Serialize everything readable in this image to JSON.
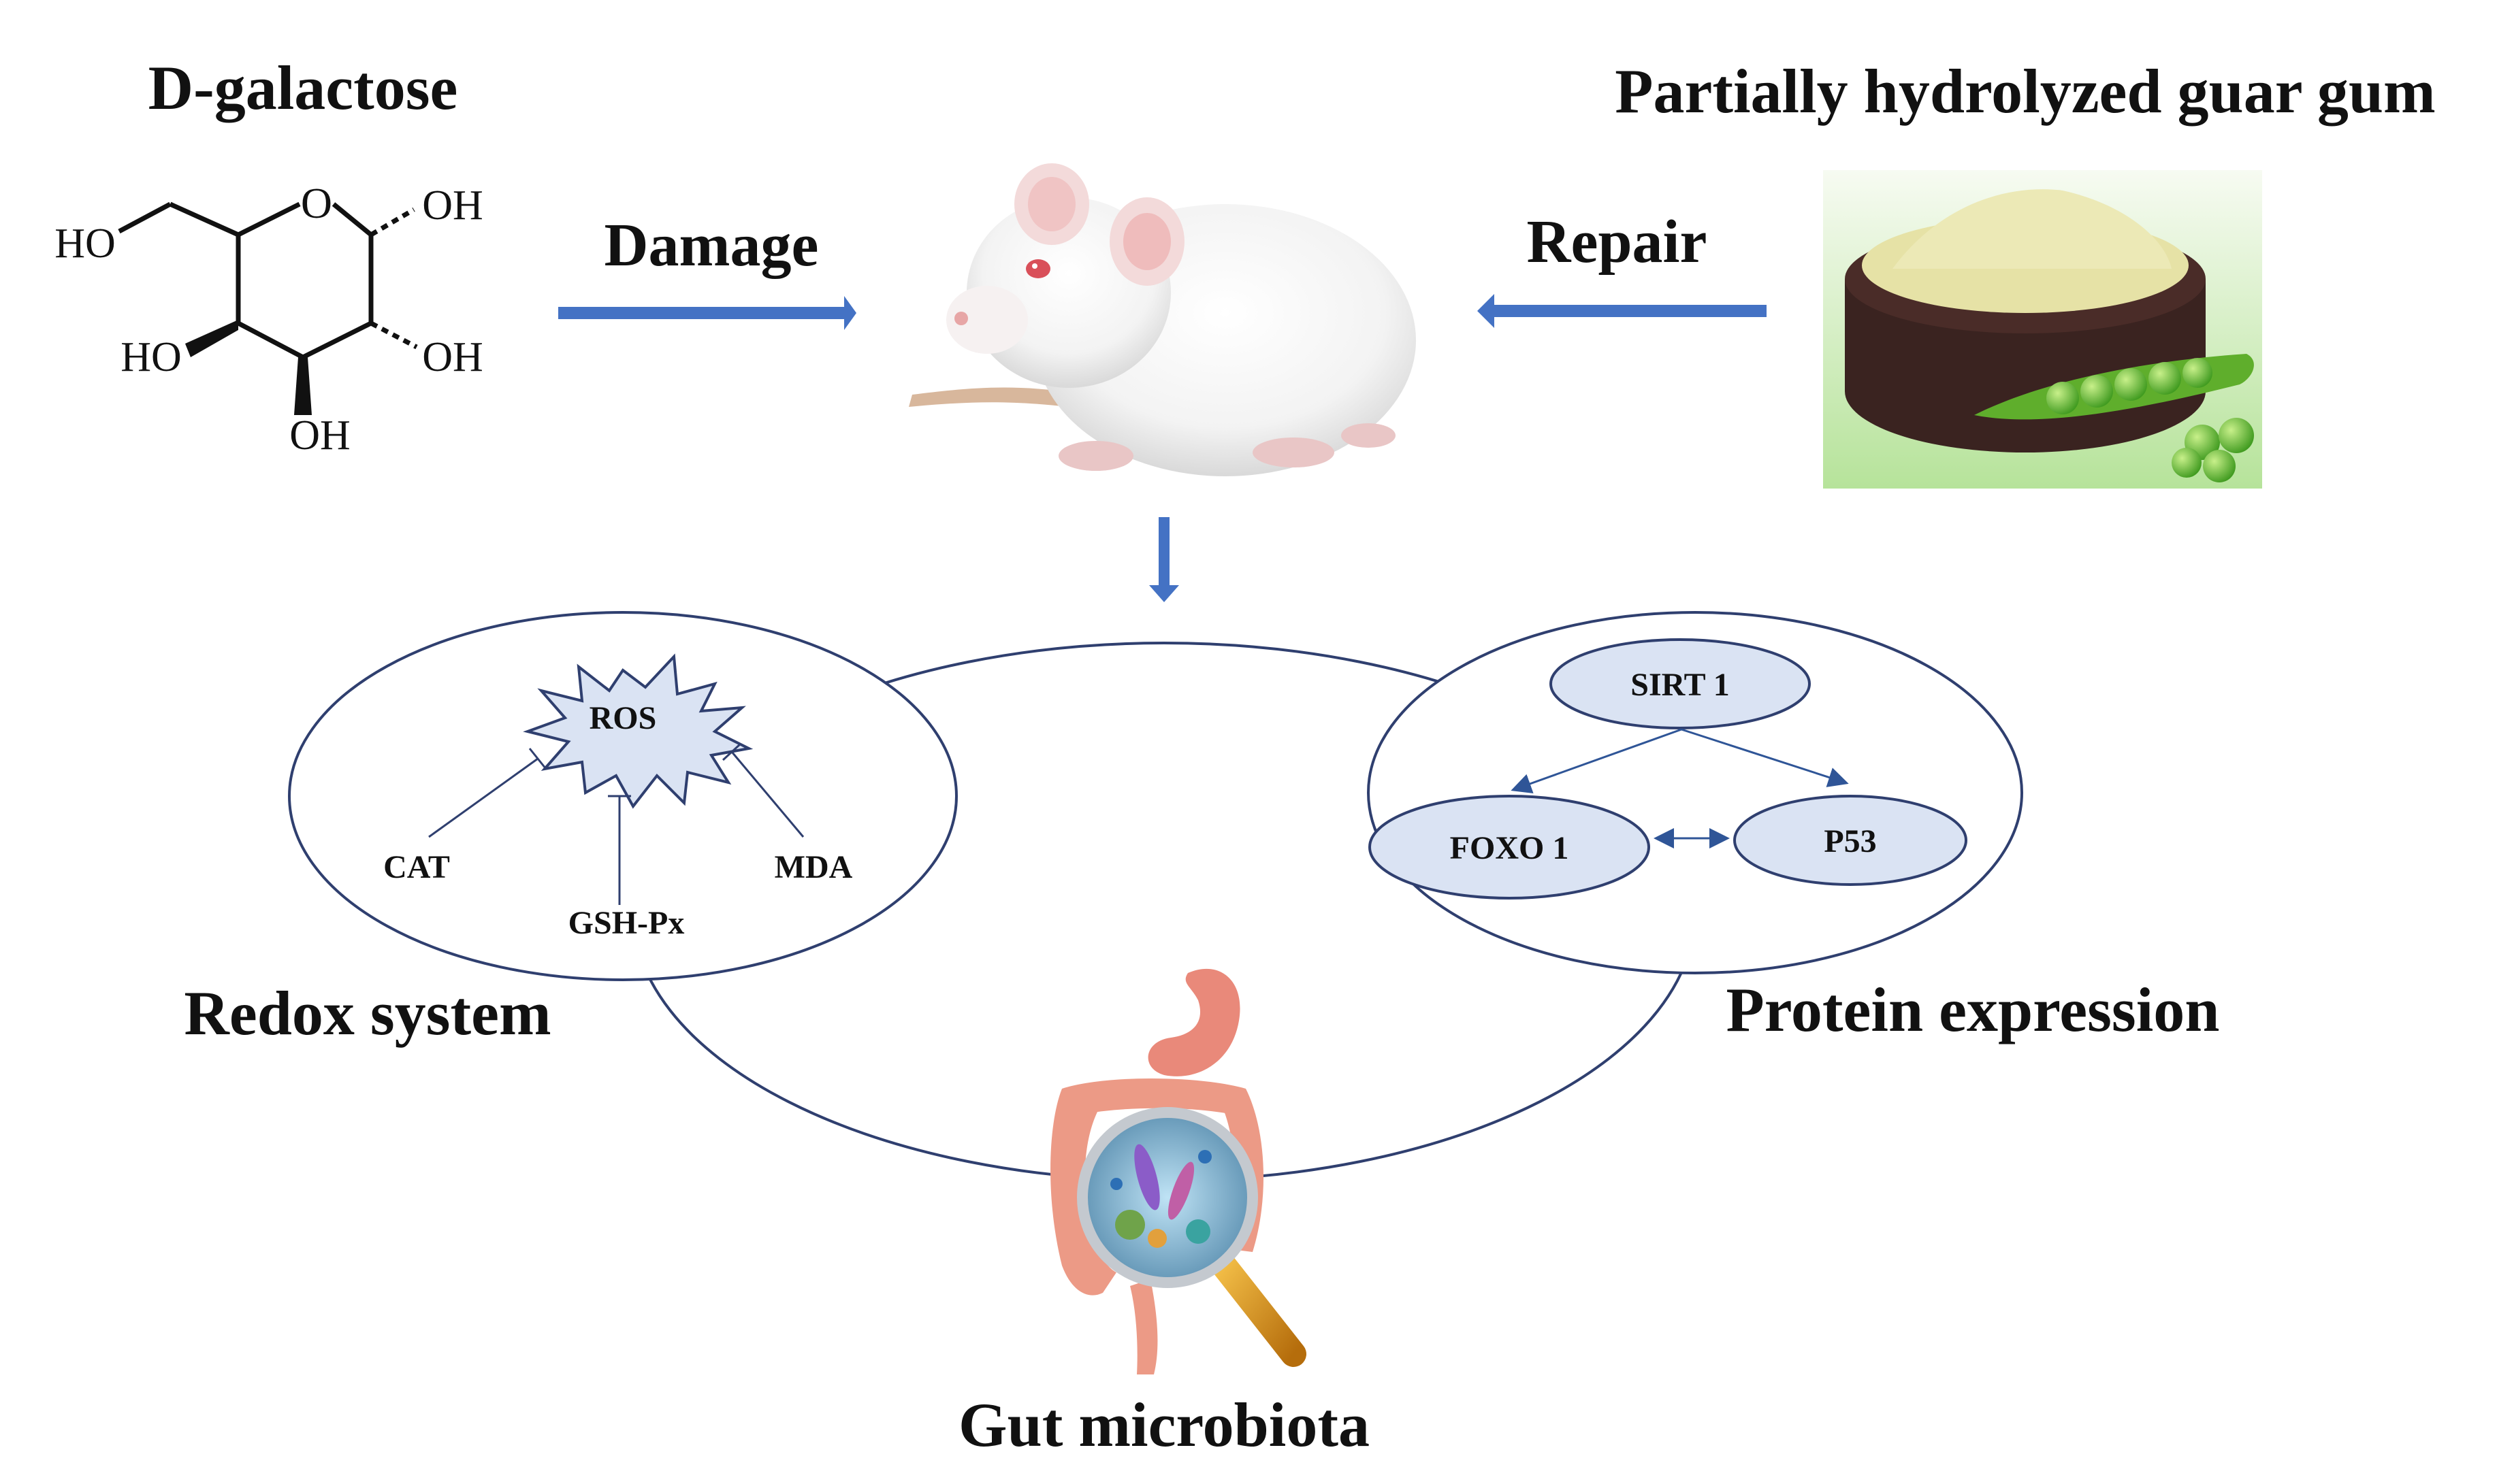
{
  "top": {
    "left_title": "D-galactose",
    "right_title": "Partially hydrolyzed guar gum",
    "damage_label": "Damage",
    "repair_label": "Repair"
  },
  "molecule": {
    "labels": [
      "HO",
      "OH",
      "HO",
      "OH",
      "OH"
    ],
    "ring_oxygen": "O"
  },
  "redox": {
    "title": "Redox system",
    "center": "ROS",
    "items": [
      "CAT",
      "GSH-Px",
      "MDA"
    ]
  },
  "protein": {
    "title": "Protein expression",
    "nodes": [
      "SIRT 1",
      "FOXO 1",
      "P53"
    ]
  },
  "gut": {
    "title": "Gut microbiota"
  },
  "colors": {
    "arrow": "#4472c4",
    "line": "#2f3f6f",
    "node_fill": "#dae3f3",
    "text": "#111111"
  },
  "icons": [
    "rat-illustration",
    "guar-gum-powder-bowl",
    "pea-pod",
    "digestive-tract",
    "magnifier-icon"
  ]
}
